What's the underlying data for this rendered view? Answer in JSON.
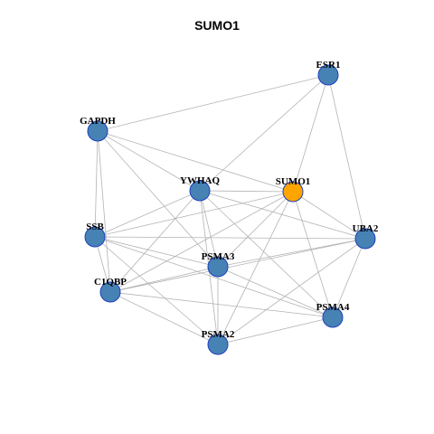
{
  "title": "SUMO1",
  "colors": {
    "node_default": "#4682b4",
    "node_highlight": "#ffa500",
    "node_border": "#1f3fbf",
    "edge": "#b3b3b3"
  },
  "nodes": [
    {
      "id": "ESR1",
      "label": "ESR1",
      "highlight": false
    },
    {
      "id": "GAPDH",
      "label": "GAPDH",
      "highlight": false
    },
    {
      "id": "YWHAQ",
      "label": "YWHAQ",
      "highlight": false
    },
    {
      "id": "SUMO1",
      "label": "SUMO1",
      "highlight": true
    },
    {
      "id": "SSB",
      "label": "SSB",
      "highlight": false
    },
    {
      "id": "UBA2",
      "label": "UBA2",
      "highlight": false
    },
    {
      "id": "PSMA3",
      "label": "PSMA3",
      "highlight": false
    },
    {
      "id": "C1QBP",
      "label": "C1QBP",
      "highlight": false
    },
    {
      "id": "PSMA4",
      "label": "PSMA4",
      "highlight": false
    },
    {
      "id": "PSMA2",
      "label": "PSMA2",
      "highlight": false
    }
  ],
  "edges": [
    [
      "ESR1",
      "GAPDH"
    ],
    [
      "ESR1",
      "SUMO1"
    ],
    [
      "ESR1",
      "UBA2"
    ],
    [
      "ESR1",
      "YWHAQ"
    ],
    [
      "GAPDH",
      "YWHAQ"
    ],
    [
      "GAPDH",
      "SUMO1"
    ],
    [
      "GAPDH",
      "SSB"
    ],
    [
      "GAPDH",
      "C1QBP"
    ],
    [
      "GAPDH",
      "PSMA3"
    ],
    [
      "YWHAQ",
      "SUMO1"
    ],
    [
      "YWHAQ",
      "SSB"
    ],
    [
      "YWHAQ",
      "C1QBP"
    ],
    [
      "YWHAQ",
      "PSMA3"
    ],
    [
      "YWHAQ",
      "PSMA2"
    ],
    [
      "YWHAQ",
      "PSMA4"
    ],
    [
      "YWHAQ",
      "UBA2"
    ],
    [
      "SUMO1",
      "SSB"
    ],
    [
      "SUMO1",
      "UBA2"
    ],
    [
      "SUMO1",
      "PSMA3"
    ],
    [
      "SUMO1",
      "C1QBP"
    ],
    [
      "SUMO1",
      "PSMA2"
    ],
    [
      "SUMO1",
      "PSMA4"
    ],
    [
      "SSB",
      "UBA2"
    ],
    [
      "SSB",
      "PSMA3"
    ],
    [
      "SSB",
      "C1QBP"
    ],
    [
      "SSB",
      "PSMA4"
    ],
    [
      "SSB",
      "PSMA2"
    ],
    [
      "UBA2",
      "PSMA3"
    ],
    [
      "UBA2",
      "C1QBP"
    ],
    [
      "UBA2",
      "PSMA4"
    ],
    [
      "UBA2",
      "PSMA2"
    ],
    [
      "PSMA3",
      "C1QBP"
    ],
    [
      "PSMA3",
      "PSMA4"
    ],
    [
      "PSMA3",
      "PSMA2"
    ],
    [
      "C1QBP",
      "PSMA4"
    ],
    [
      "C1QBP",
      "PSMA2"
    ],
    [
      "PSMA4",
      "PSMA2"
    ]
  ]
}
